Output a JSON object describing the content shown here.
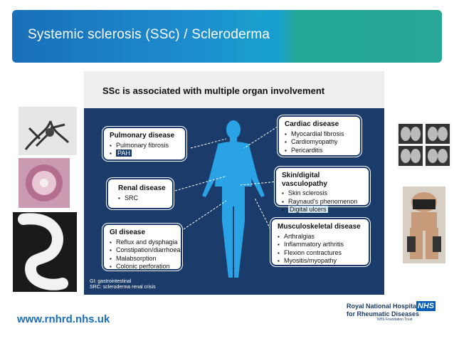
{
  "header": {
    "title": "Systemic sclerosis (SSc) / Scleroderma"
  },
  "figure": {
    "heading": "SSc is associated with multiple organ involvement",
    "boxes": {
      "pulmonary": {
        "title": "Pulmonary disease",
        "items": [
          "Pulmonary fibrosis",
          "PAH"
        ]
      },
      "renal": {
        "title": "Renal disease",
        "items": [
          "SRC"
        ]
      },
      "gi": {
        "title": "GI disease",
        "items": [
          "Reflux and dysphagia",
          "Constipation/diarrhoea",
          "Malabsorption",
          "Colonic perforation"
        ]
      },
      "cardiac": {
        "title": "Cardiac disease",
        "items": [
          "Myocardial fibrosis",
          "Cardiomyopathy",
          "Pericarditis"
        ]
      },
      "skin": {
        "title": "Skin/digital vasculopathy",
        "items": [
          "Skin sclerosis",
          "Raynaud's phenomenon",
          "Digital ulcers"
        ]
      },
      "msk": {
        "title": "Musculoskeletal disease",
        "items": [
          "Arthralgias",
          "Inflammatory arthritis",
          "Flexion contractures",
          "Myositis/myopathy"
        ]
      }
    },
    "footnotes": [
      "GI: gastrointestinal",
      "SRC: scleroderma renal crisis"
    ]
  },
  "footer": {
    "url": "www.rnhrd.nhs.uk",
    "logo_line1": "Royal National Hospital",
    "logo_line2": "for Rheumatic Diseases",
    "nhs": "NHS",
    "trust": "NHS Foundation Trust"
  },
  "colors": {
    "navy": "#1b3c6a",
    "blue": "#1a6fb8",
    "green": "#3ab54a",
    "nhs_blue": "#005eb8"
  }
}
